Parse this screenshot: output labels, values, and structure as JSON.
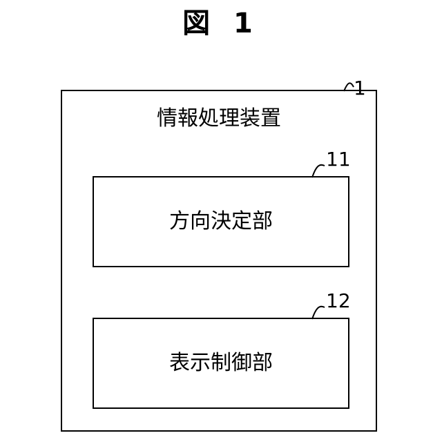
{
  "figure": {
    "title": "図 1"
  },
  "device": {
    "label": "情報処理装置",
    "ref": "1"
  },
  "components": [
    {
      "label": "方向決定部",
      "ref": "11"
    },
    {
      "label": "表示制御部",
      "ref": "12"
    }
  ],
  "colors": {
    "line": "#000000",
    "background": "#ffffff"
  }
}
